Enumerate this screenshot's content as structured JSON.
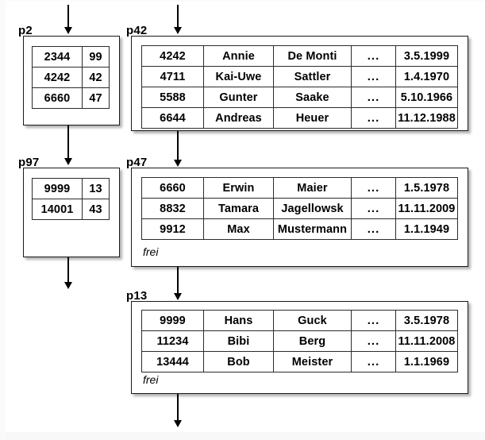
{
  "diagram": {
    "title": "B-tree index blocks and data blocks",
    "blocks": [
      {
        "id": "p2",
        "label": "p2",
        "kind": "index",
        "rows": [
          {
            "key": "2344",
            "pointer": "99"
          },
          {
            "key": "4242",
            "pointer": "42"
          },
          {
            "key": "6660",
            "pointer": "47"
          }
        ]
      },
      {
        "id": "p97",
        "label": "p97",
        "kind": "index",
        "rows": [
          {
            "key": "9999",
            "pointer": "13"
          },
          {
            "key": "14001",
            "pointer": "43"
          }
        ]
      },
      {
        "id": "p42",
        "label": "p42",
        "kind": "data",
        "free_label": "",
        "rows": [
          {
            "id": "4242",
            "first": "Annie",
            "last": "De Monti",
            "more": "...",
            "date": "3.5.1999"
          },
          {
            "id": "4711",
            "first": "Kai-Uwe",
            "last": "Sattler",
            "more": "...",
            "date": "1.4.1970"
          },
          {
            "id": "5588",
            "first": "Gunter",
            "last": "Saake",
            "more": "...",
            "date": "5.10.1966"
          },
          {
            "id": "6644",
            "first": "Andreas",
            "last": "Heuer",
            "more": "...",
            "date": "11.12.1988"
          }
        ]
      },
      {
        "id": "p47",
        "label": "p47",
        "kind": "data",
        "free_label": "frei",
        "rows": [
          {
            "id": "6660",
            "first": "Erwin",
            "last": "Maier",
            "more": "...",
            "date": "1.5.1978"
          },
          {
            "id": "8832",
            "first": "Tamara",
            "last": "Jagellowsk",
            "more": "...",
            "date": "11.11.2009"
          },
          {
            "id": "9912",
            "first": "Max",
            "last": "Mustermann",
            "more": "...",
            "date": "1.1.1949"
          }
        ]
      },
      {
        "id": "p13",
        "label": "p13",
        "kind": "data",
        "free_label": "frei",
        "rows": [
          {
            "id": "9999",
            "first": "Hans",
            "last": "Guck",
            "more": "...",
            "date": "3.5.1978"
          },
          {
            "id": "11234",
            "first": "Bibi",
            "last": "Berg",
            "more": "...",
            "date": "11.11.2008"
          },
          {
            "id": "13444",
            "first": "Bob",
            "last": "Meister",
            "more": "...",
            "date": "1.1.1969"
          }
        ]
      }
    ],
    "arrows": [
      {
        "name": "arrow-into-p2",
        "from": "top-edge",
        "to": "p2"
      },
      {
        "name": "arrow-into-p42",
        "from": "top-edge",
        "to": "p42"
      },
      {
        "name": "arrow-p2-p97",
        "from": "p2",
        "to": "p97"
      },
      {
        "name": "arrow-p42-p47",
        "from": "p42",
        "to": "p47"
      },
      {
        "name": "arrow-p97-down",
        "from": "p97",
        "to": "below"
      },
      {
        "name": "arrow-p47-p13",
        "from": "p47",
        "to": "p13"
      },
      {
        "name": "arrow-p13-down",
        "from": "p13",
        "to": "below"
      }
    ],
    "colors": {
      "background": "#ffffff",
      "stroke": "#1a1a1a",
      "text": "#000000"
    }
  }
}
